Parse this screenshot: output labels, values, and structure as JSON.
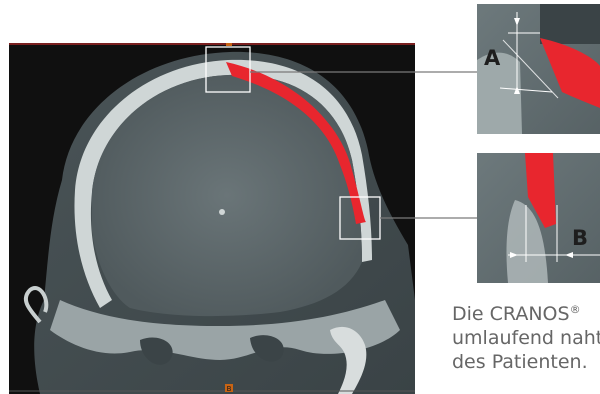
{
  "labels": {
    "top_inset": "A",
    "bottom_inset": "B"
  },
  "ct_marker": "B",
  "caption": {
    "line1_prefix": "Die CRANOS",
    "line1_mark": "®",
    "line2": "umlaufend naht",
    "line3": "des Patienten."
  },
  "colors": {
    "implant": "#e8262e",
    "measure_line": "#ffffff",
    "ct_background": "#101010",
    "leader_line": "#7a7a7a"
  }
}
